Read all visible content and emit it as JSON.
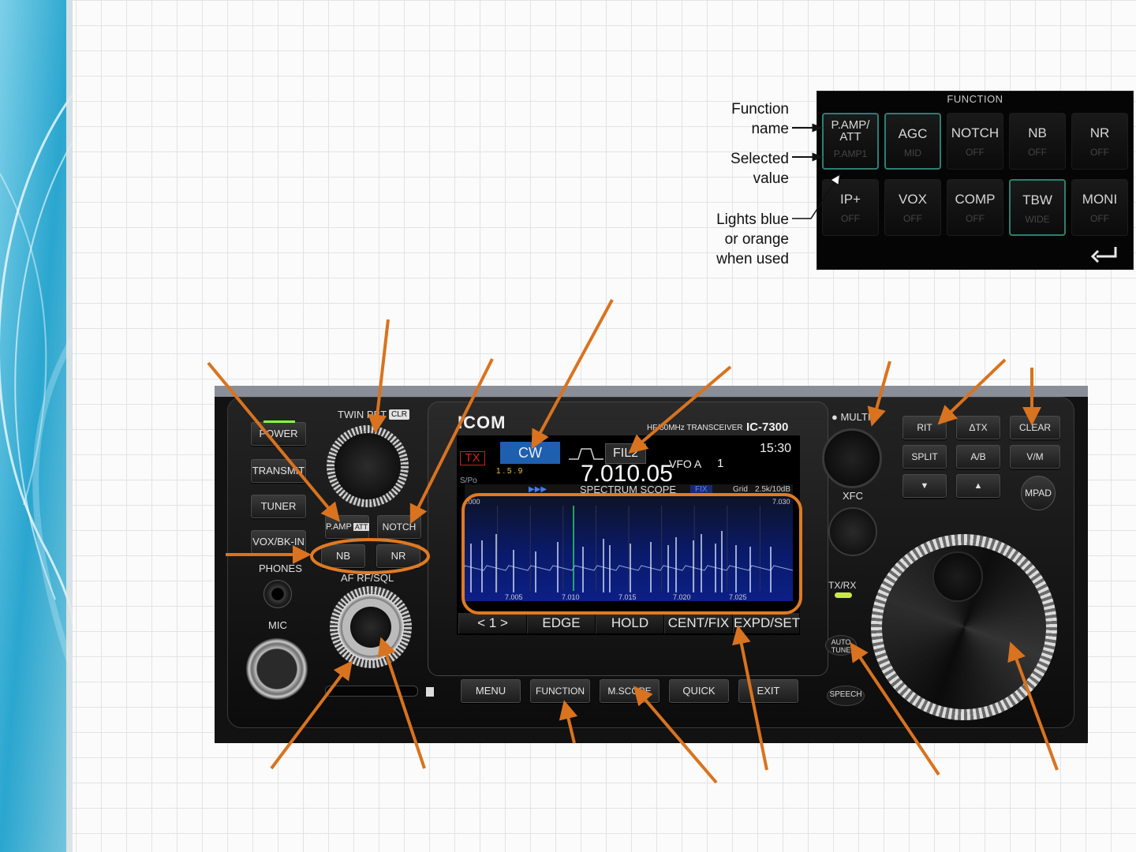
{
  "callouts": {
    "function_name": "Function\nname",
    "selected_value": "Selected\nvalue",
    "lights": "Lights blue\nor orange\nwhen used"
  },
  "function_panel": {
    "title": "FUNCTION",
    "buttons": [
      {
        "name": "P.AMP/\nATT",
        "value": "P.AMP1",
        "active": true
      },
      {
        "name": "AGC",
        "value": "MID",
        "active": true
      },
      {
        "name": "NOTCH",
        "value": "OFF",
        "active": false
      },
      {
        "name": "NB",
        "value": "OFF",
        "active": false
      },
      {
        "name": "NR",
        "value": "OFF",
        "active": false
      },
      {
        "name": "IP+",
        "value": "OFF",
        "active": false
      },
      {
        "name": "VOX",
        "value": "OFF",
        "active": false
      },
      {
        "name": "COMP",
        "value": "OFF",
        "active": false
      },
      {
        "name": "TBW",
        "value": "WIDE",
        "active": true
      },
      {
        "name": "MONI",
        "value": "OFF",
        "active": false
      }
    ],
    "return_icon": "return-arrow-icon"
  },
  "radio": {
    "brand": "ICOM",
    "model_desc": "HF/50MHz TRANSCEIVER",
    "model": "IC-7300",
    "left_buttons": [
      "POWER",
      "TRANSMIT",
      "TUNER",
      "VOX/BK-IN"
    ],
    "phones": "PHONES",
    "mic": "MIC",
    "twin_pbt": "TWIN PBT",
    "clr": "CLR",
    "pamp_att": "P.AMP",
    "att": "ATT",
    "notch": "NOTCH",
    "nb": "NB",
    "nr": "NR",
    "af_rfsql": "AF  RF/SQL",
    "bottom_buttons": [
      "MENU",
      "FUNCTION",
      "M.SCOPE",
      "QUICK",
      "EXIT"
    ],
    "multi": "MULTI",
    "xfc": "XFC",
    "txrx": "TX/RX",
    "auto_tune": "AUTO\nTUNE",
    "speech": "SPEECH",
    "right_buttons_row1": [
      "RIT",
      "ΔTX",
      "CLEAR"
    ],
    "right_buttons_row2": [
      "SPLIT",
      "A/B",
      "V/M"
    ],
    "mpad": "MPAD"
  },
  "screen": {
    "tx": "TX",
    "mode": "CW",
    "filter": "FIL2",
    "clock": "15:30",
    "vfo": "VFO A",
    "memory": "1",
    "frequency": "7.010.05",
    "meter_scale": "1 . 5 . 9",
    "sp": "S/Po",
    "scope_title": "SPECTRUM SCOPE",
    "fix": "FIX",
    "grid": "Grid",
    "span": "2.5k/10dB",
    "left_freq": ".000",
    "right_freq": "7.030",
    "freq_ticks": [
      "7.005",
      "7.010",
      "7.015",
      "7.020",
      "7.025"
    ],
    "softkeys": [
      "< 1 >",
      "EDGE",
      "HOLD",
      "CENT/FIX",
      "EXPD/SET"
    ]
  },
  "colors": {
    "arrow": "#d9731f",
    "highlight_ring": "#e07a22",
    "active_border": "#2f7d74",
    "cw_blue": "#1f5fb0"
  }
}
